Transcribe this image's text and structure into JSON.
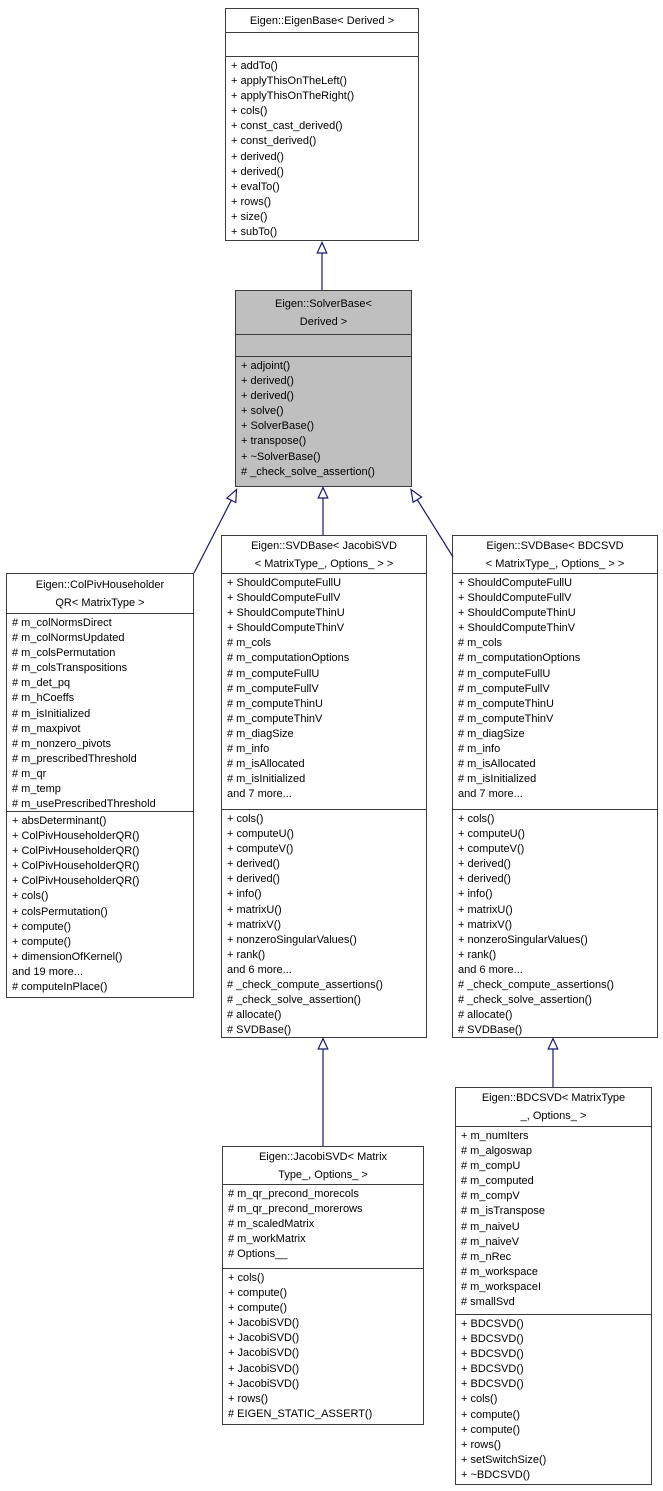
{
  "diagram": {
    "type": "uml-class-inheritance",
    "colors": {
      "edge": "#191970",
      "border": "#3c3c3c",
      "highlight_fill": "#bfbfbf",
      "node_fill": "#ffffff",
      "background": "#ffffff",
      "text": "#000000"
    },
    "highlighted_node": "Eigen::SolverBase< Derived >"
  },
  "nodes": {
    "eigenbase": {
      "title": "Eigen::EigenBase< Derived >",
      "title_lines": [
        "Eigen::EigenBase< Derived >"
      ],
      "attributes": [],
      "methods": [
        "+ addTo()",
        "+ applyThisOnTheLeft()",
        "+ applyThisOnTheRight()",
        "+ cols()",
        "+ const_cast_derived()",
        "+ const_derived()",
        "+ derived()",
        "+ derived()",
        "+ evalTo()",
        "+ rows()",
        "+ size()",
        "+ subTo()"
      ]
    },
    "solverbase": {
      "title": "Eigen::SolverBase< Derived >",
      "title_lines": [
        "Eigen::SolverBase<",
        "Derived >"
      ],
      "attributes": [],
      "methods": [
        "+ adjoint()",
        "+ derived()",
        "+ derived()",
        "+ solve()",
        "+ SolverBase()",
        "+ transpose()",
        "+ ~SolverBase()",
        "# _check_solve_assertion()"
      ]
    },
    "colpiv": {
      "title": "Eigen::ColPivHouseholderQR< MatrixType >",
      "title_lines": [
        "Eigen::ColPivHouseholder",
        "QR< MatrixType >"
      ],
      "attributes": [
        "# m_colNormsDirect",
        "# m_colNormsUpdated",
        "# m_colsPermutation",
        "# m_colsTranspositions",
        "# m_det_pq",
        "# m_hCoeffs",
        "# m_isInitialized",
        "# m_maxpivot",
        "# m_nonzero_pivots",
        "# m_prescribedThreshold",
        "# m_qr",
        "# m_temp",
        "# m_usePrescribedThreshold"
      ],
      "methods": [
        "+ absDeterminant()",
        "+ ColPivHouseholderQR()",
        "+ ColPivHouseholderQR()",
        "+ ColPivHouseholderQR()",
        "+ ColPivHouseholderQR()",
        "+ cols()",
        "+ colsPermutation()",
        "+ compute()",
        "+ compute()",
        "+ dimensionOfKernel()",
        "and 19 more...",
        "# computeInPlace()"
      ]
    },
    "svdbase_jacobi": {
      "title": "Eigen::SVDBase< JacobiSVD< MatrixType_, Options_ > >",
      "title_lines": [
        "Eigen::SVDBase< JacobiSVD",
        "< MatrixType_, Options_ > >"
      ],
      "attributes": [
        "+ ShouldComputeFullU",
        "+ ShouldComputeFullV",
        "+ ShouldComputeThinU",
        "+ ShouldComputeThinV",
        "# m_cols",
        "# m_computationOptions",
        "# m_computeFullU",
        "# m_computeFullV",
        "# m_computeThinU",
        "# m_computeThinV",
        "# m_diagSize",
        "# m_info",
        "# m_isAllocated",
        "# m_isInitialized",
        "and 7 more..."
      ],
      "methods": [
        "+ cols()",
        "+ computeU()",
        "+ computeV()",
        "+ derived()",
        "+ derived()",
        "+ info()",
        "+ matrixU()",
        "+ matrixV()",
        "+ nonzeroSingularValues()",
        "+ rank()",
        "and 6 more...",
        "# _check_compute_assertions()",
        "# _check_solve_assertion()",
        "# allocate()",
        "# SVDBase()"
      ]
    },
    "svdbase_bdc": {
      "title": "Eigen::SVDBase< BDCSVD< MatrixType_, Options_ > >",
      "title_lines": [
        "Eigen::SVDBase< BDCSVD",
        "< MatrixType_, Options_ > >"
      ],
      "attributes": [
        "+ ShouldComputeFullU",
        "+ ShouldComputeFullV",
        "+ ShouldComputeThinU",
        "+ ShouldComputeThinV",
        "# m_cols",
        "# m_computationOptions",
        "# m_computeFullU",
        "# m_computeFullV",
        "# m_computeThinU",
        "# m_computeThinV",
        "# m_diagSize",
        "# m_info",
        "# m_isAllocated",
        "# m_isInitialized",
        "and 7 more..."
      ],
      "methods": [
        "+ cols()",
        "+ computeU()",
        "+ computeV()",
        "+ derived()",
        "+ derived()",
        "+ info()",
        "+ matrixU()",
        "+ matrixV()",
        "+ nonzeroSingularValues()",
        "+ rank()",
        "and 6 more...",
        "# _check_compute_assertions()",
        "# _check_solve_assertion()",
        "# allocate()",
        "# SVDBase()"
      ]
    },
    "jacobisvd": {
      "title": "Eigen::JacobiSVD< MatrixType_, Options_ >",
      "title_lines": [
        "Eigen::JacobiSVD< Matrix",
        "Type_, Options_ >"
      ],
      "attributes": [
        "# m_qr_precond_morecols",
        "# m_qr_precond_morerows",
        "# m_scaledMatrix",
        "# m_workMatrix",
        "# Options__"
      ],
      "methods": [
        "+ cols()",
        "+ compute()",
        "+ compute()",
        "+ JacobiSVD()",
        "+ JacobiSVD()",
        "+ JacobiSVD()",
        "+ JacobiSVD()",
        "+ JacobiSVD()",
        "+ rows()",
        "# EIGEN_STATIC_ASSERT()"
      ]
    },
    "bdcsvd": {
      "title": "Eigen::BDCSVD< MatrixType_, Options_ >",
      "title_lines": [
        "Eigen::BDCSVD< MatrixType",
        "_, Options_ >"
      ],
      "attributes": [
        "+ m_numIters",
        "# m_algoswap",
        "# m_compU",
        "# m_computed",
        "# m_compV",
        "# m_isTranspose",
        "# m_naiveU",
        "# m_naiveV",
        "# m_nRec",
        "# m_workspace",
        "# m_workspaceI",
        "# smallSvd"
      ],
      "methods": [
        "+ BDCSVD()",
        "+ BDCSVD()",
        "+ BDCSVD()",
        "+ BDCSVD()",
        "+ BDCSVD()",
        "+ cols()",
        "+ compute()",
        "+ compute()",
        "+ rows()",
        "+ setSwitchSize()",
        "+ ~BDCSVD()"
      ]
    }
  },
  "edges": [
    {
      "from": "Eigen::SolverBase< Derived >",
      "to": "Eigen::EigenBase< Derived >",
      "type": "public-inheritance"
    },
    {
      "from": "Eigen::ColPivHouseholderQR< MatrixType >",
      "to": "Eigen::SolverBase< Derived >",
      "type": "public-inheritance"
    },
    {
      "from": "Eigen::SVDBase< JacobiSVD< MatrixType_, Options_ > >",
      "to": "Eigen::SolverBase< Derived >",
      "type": "public-inheritance"
    },
    {
      "from": "Eigen::SVDBase< BDCSVD< MatrixType_, Options_ > >",
      "to": "Eigen::SolverBase< Derived >",
      "type": "public-inheritance"
    },
    {
      "from": "Eigen::JacobiSVD< MatrixType_, Options_ >",
      "to": "Eigen::SVDBase< JacobiSVD< MatrixType_, Options_ > >",
      "type": "public-inheritance"
    },
    {
      "from": "Eigen::BDCSVD< MatrixType_, Options_ >",
      "to": "Eigen::SVDBase< BDCSVD< MatrixType_, Options_ > >",
      "type": "public-inheritance"
    }
  ]
}
